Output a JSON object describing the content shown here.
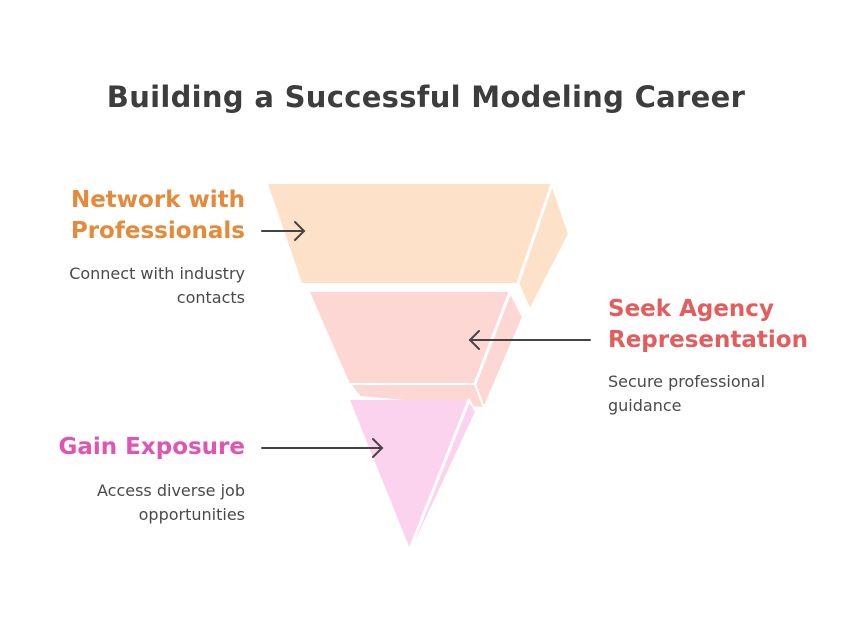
{
  "title": "Building a Successful Modeling Career",
  "stages": [
    {
      "heading_line1": "Network with",
      "heading_line2": "Professionals",
      "desc_line1": "Connect with industry",
      "desc_line2": "contacts",
      "color": "#e58a3a",
      "fill": "#fde2c9"
    },
    {
      "heading_line1": "Seek Agency",
      "heading_line2": "Representation",
      "desc_line1": "Secure professional",
      "desc_line2": "guidance",
      "color": "#e35d5d",
      "fill": "#fdd7d3"
    },
    {
      "heading_line1": "Gain Exposure",
      "desc_line1": "Access diverse job",
      "desc_line2": "opportunities",
      "color": "#de55b4",
      "fill": "#fcd3ef"
    }
  ]
}
